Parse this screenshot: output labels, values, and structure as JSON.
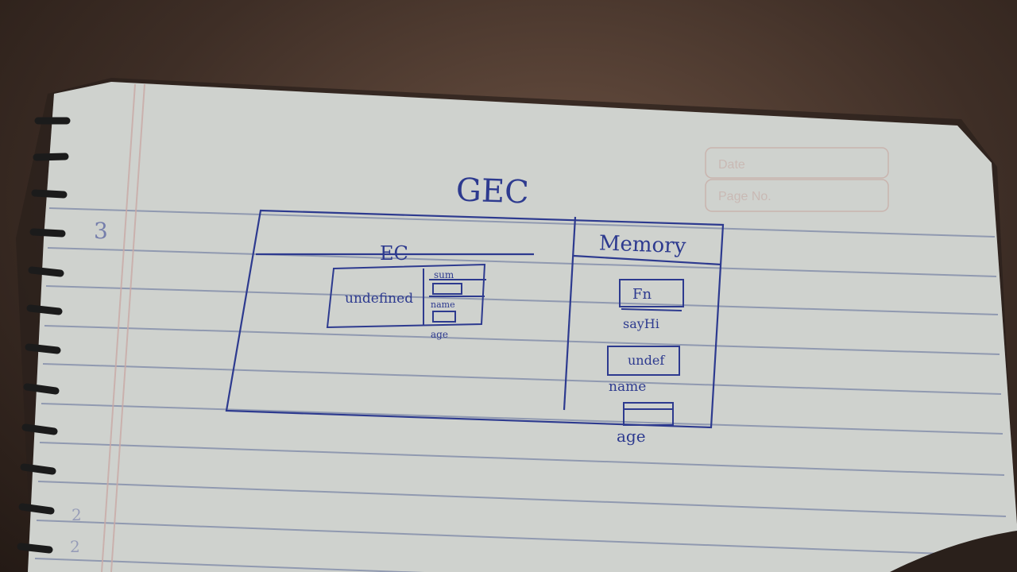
{
  "photo": {
    "subject": "spiral-notebook-page",
    "colors": {
      "paper": "#d6dcd9",
      "rule_line": "#7b87a6",
      "margin_line": "#c9a9a6",
      "ink": "#2d3a8f",
      "print": "#c9b9b4",
      "background": "#3e2e26",
      "spiral": "#1b1b1b"
    }
  },
  "header": {
    "date_label": "Date",
    "page_no_label": "Page No."
  },
  "margin_marks": [
    "3",
    "2",
    "2"
  ],
  "sketch": {
    "title": "GEC",
    "left_panel": {
      "label": "EC",
      "value_box": "undefined",
      "variable_slots": [
        "sum",
        "",
        "name",
        "age"
      ]
    },
    "memory_panel": {
      "heading": "Memory",
      "entries": [
        {
          "box": "Fn",
          "label": "sayHi"
        },
        {
          "box": "undef",
          "label": "name"
        },
        {
          "box": "",
          "label": "age"
        }
      ]
    }
  }
}
